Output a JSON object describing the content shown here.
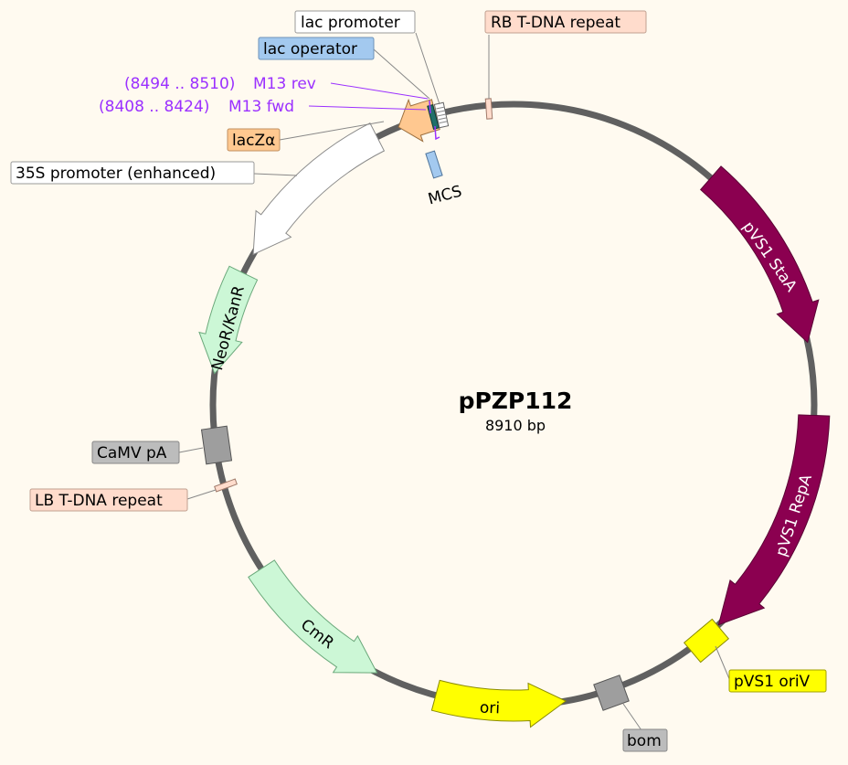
{
  "plasmid": {
    "name": "pPZP112",
    "length_label": "8910 bp"
  },
  "colors": {
    "background": "#fffaf0",
    "backbone": "#606060",
    "pvs1": "#8b0050",
    "yellow": "#ffff00",
    "green_marker": "#ccf7d6",
    "gray_feature": "#9e9e9e",
    "lacZ": "#ffc890",
    "lac_operator": "#a3c9ef",
    "repeat": "#ffdccc",
    "primer": "#9b30ff"
  },
  "features": {
    "pvs1_stata": "pVS1 StaA",
    "pvs1_repa": "pVS1 RepA",
    "ori": "ori",
    "cmr": "CmR",
    "neor": "NeoR/KanR",
    "promoter35s": "35S promoter (enhanced)",
    "lacz": "lacZα",
    "mcs": "MCS",
    "bom": "bom",
    "pvs1_oriv": "pVS1 oriV",
    "camv_pa": "CaMV pA",
    "lb_repeat": "LB T-DNA repeat",
    "rb_repeat": "RB T-DNA repeat",
    "lac_promoter": "lac promoter",
    "lac_operator": "lac operator"
  },
  "primers": {
    "m13_rev": {
      "name": "M13 rev",
      "range": "(8494 .. 8510)"
    },
    "m13_fwd": {
      "name": "M13 fwd",
      "range": "(8408 .. 8424)"
    }
  }
}
